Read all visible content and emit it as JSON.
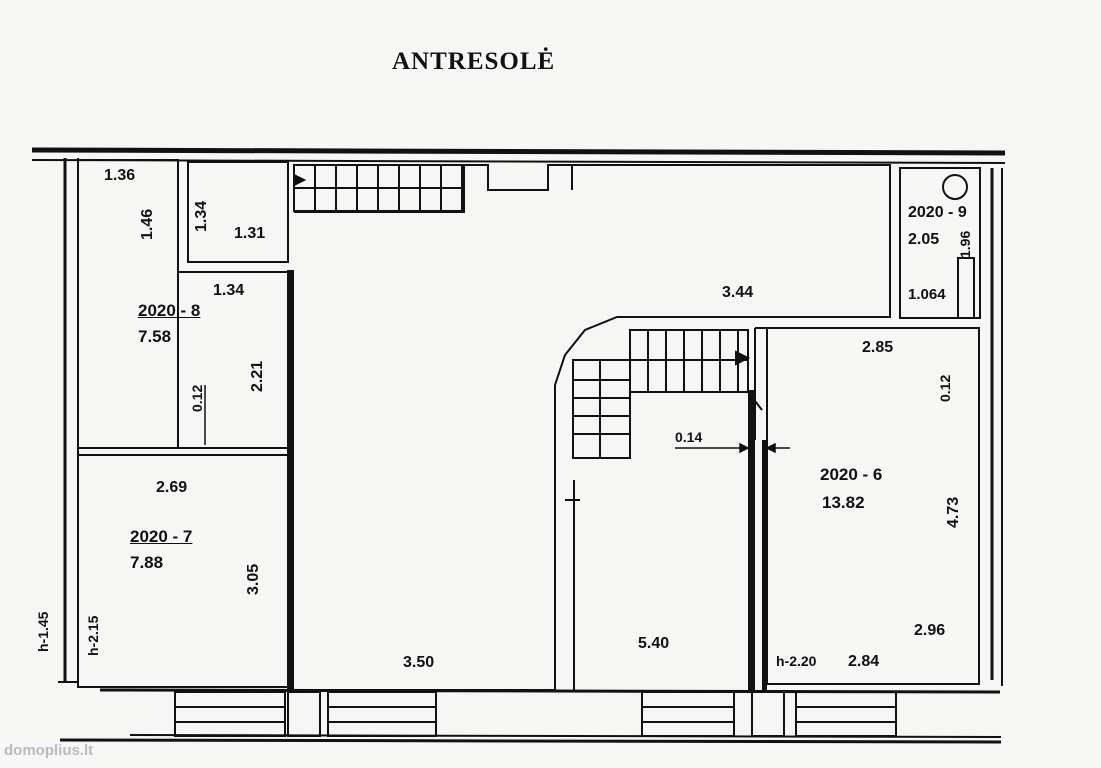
{
  "title": "ANTRESOLĖ",
  "watermark": "domoplius.lt",
  "rooms": {
    "room8": {
      "number": "2020 - 8",
      "area": "7.58"
    },
    "room7": {
      "number": "2020 - 7",
      "area": "7.88"
    },
    "room6": {
      "number": "2020 - 6",
      "area": "13.82"
    },
    "room9": {
      "number": "2020 - 9",
      "area": "2.05"
    }
  },
  "dimensions": {
    "d1_36": "1.36",
    "d1_46": "1.46",
    "d1_34_v": "1.34",
    "d1_31": "1.31",
    "d1_34_h": "1.34",
    "d2_21": "2.21",
    "d0_12_left": "0.12",
    "d2_69": "2.69",
    "d3_05": "3.05",
    "h_2_15": "h-2.15",
    "h_1_45": "h-1.45",
    "d3_50": "3.50",
    "d3_44": "3.44",
    "d0_14": "0.14",
    "d5_40": "5.40",
    "d1_96": "1.96",
    "d1_064": "1.064",
    "d2_85": "2.85",
    "d0_12_right": "0.12",
    "d4_73": "4.73",
    "d2_96": "2.96",
    "h_2_20": "h-2.20",
    "d2_84": "2.84"
  }
}
